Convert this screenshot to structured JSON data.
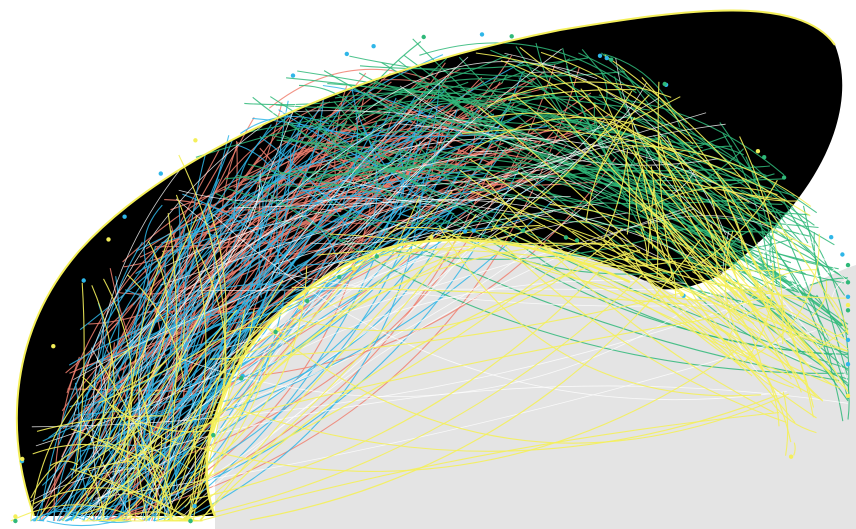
{
  "colors": {
    "background": "#ffffff",
    "band": "#000000",
    "inner_region": "#e4e4e4",
    "edge_red": "#f08070",
    "edge_blue": "#2fb6e8",
    "edge_green": "#2fb879",
    "edge_yellow": "#f4ef5a",
    "edge_white": "#ffffff"
  },
  "edge_groups": [
    {
      "name": "red",
      "color": "#f08070"
    },
    {
      "name": "blue",
      "color": "#2fb6e8"
    },
    {
      "name": "green",
      "color": "#2fb879"
    },
    {
      "name": "yellow",
      "color": "#f4ef5a"
    },
    {
      "name": "white",
      "color": "#ffffff"
    }
  ]
}
